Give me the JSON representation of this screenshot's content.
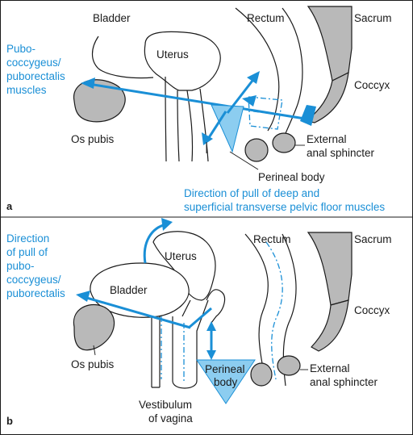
{
  "panel_a": {
    "label": "a",
    "bladder": "Bladder",
    "rectum": "Rectum",
    "sacrum": "Sacrum",
    "pubo_line1": "Pubo-",
    "pubo_line2": "coccygeus/",
    "pubo_line3": "puborectalis",
    "pubo_line4": "muscles",
    "uterus": "Uterus",
    "coccyx": "Coccyx",
    "os_pubis": "Os pubis",
    "ext_sphincter_line1": "External",
    "ext_sphincter_line2": "anal sphincter",
    "perineal_body": "Perineal body",
    "pull_line1": "Direction of pull of deep and",
    "pull_line2": "superficial transverse pelvic floor muscles"
  },
  "panel_b": {
    "label": "b",
    "dir_line1": "Direction",
    "dir_line2": "of pull of",
    "dir_line3": "pubo-",
    "dir_line4": "coccygeus/",
    "dir_line5": "puborectalis",
    "rectum": "Rectum",
    "sacrum": "Sacrum",
    "uterus": "Uterus",
    "bladder": "Bladder",
    "coccyx": "Coccyx",
    "os_pubis": "Os pubis",
    "ext_sphincter_line1": "External",
    "ext_sphincter_line2": "anal sphincter",
    "perineal_line1": "Perineal",
    "perineal_line2": "body",
    "vestibulum_line1": "Vestibulum",
    "vestibulum_line2": "of vagina"
  },
  "colors": {
    "accent_blue": "#1a8fd6",
    "bone_gray": "#b9b9b9",
    "light_blue": "#8ccdf0"
  }
}
